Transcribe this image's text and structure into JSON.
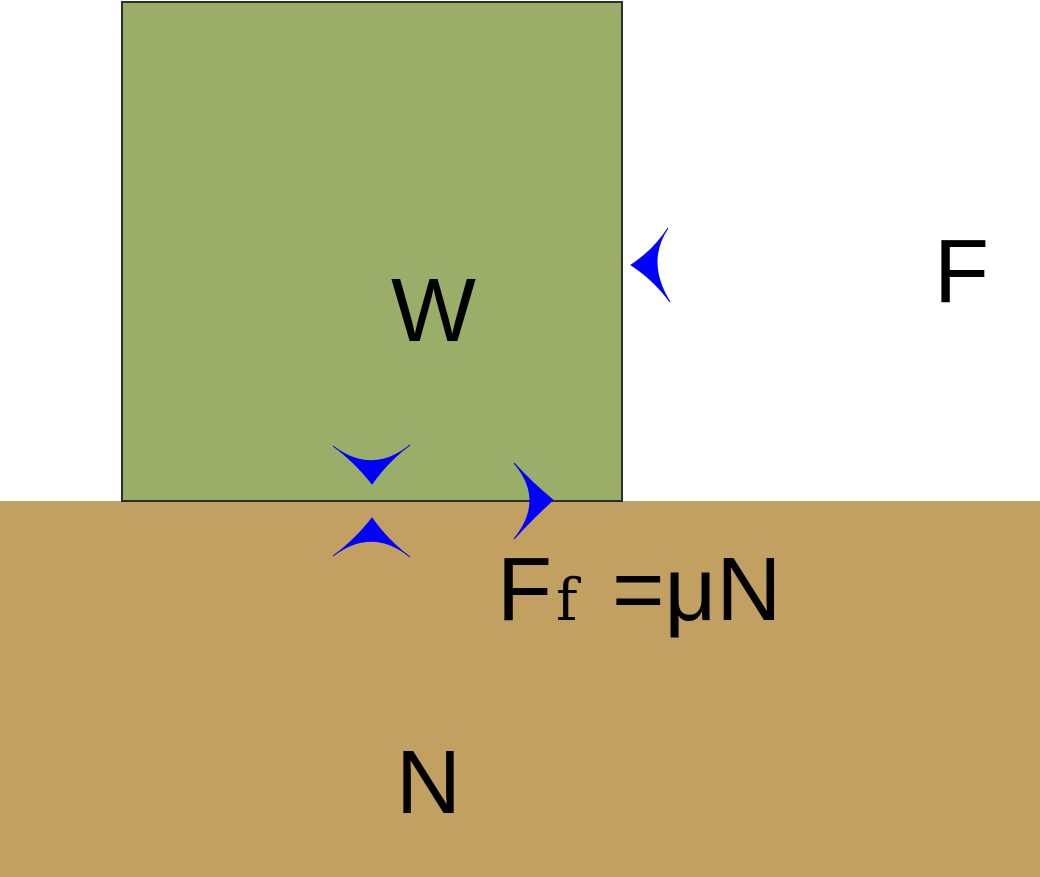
{
  "labels": {
    "weight": "W",
    "applied_force": "F",
    "friction_main": "F",
    "friction_subscript": "f",
    "friction_equation": "=μN",
    "normal": "N"
  },
  "colors": {
    "block_fill": "#9aae6a",
    "block_stroke": "#2e2e2e",
    "ground_fill": "#c1a061",
    "arrow_color": "#0000ff",
    "text_color": "#000000"
  },
  "icons": {
    "applied_force_arrowhead": "arrowhead-left-icon",
    "weight_arrowhead": "arrowhead-down-icon",
    "normal_arrowhead": "arrowhead-up-icon",
    "friction_arrowhead": "arrowhead-right-icon"
  }
}
